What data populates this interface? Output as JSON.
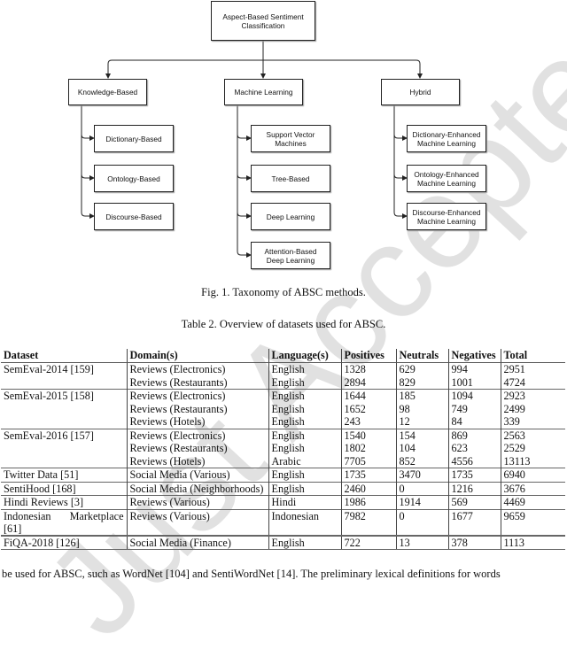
{
  "figure": {
    "root": "Aspect-Based Sentiment Classification",
    "categories": [
      {
        "label": "Knowledge-Based",
        "children": [
          "Dictionary-Based",
          "Ontology-Based",
          "Discourse-Based"
        ]
      },
      {
        "label": "Machine Learning",
        "children": [
          "Support Vector Machines",
          "Tree-Based",
          "Deep Learning",
          "Attention-Based Deep Learning"
        ]
      },
      {
        "label": "Hybrid",
        "children": [
          "Dictionary-Enhanced Machine Learning",
          "Ontology-Enhanced Machine Learning",
          "Discourse-Enhanced Machine Learning"
        ]
      }
    ],
    "caption": "Fig. 1.  Taxonomy of ABSC methods."
  },
  "table": {
    "caption": "Table 2.  Overview of datasets used for ABSC.",
    "headers": [
      "Dataset",
      "Domain(s)",
      "Language(s)",
      "Positives",
      "Neutrals",
      "Negatives",
      "Total"
    ],
    "rows": [
      [
        "SemEval-2014 [159]",
        "Reviews (Electronics)",
        "English",
        "1328",
        "629",
        "994",
        "2951"
      ],
      [
        "",
        "Reviews (Restaurants)",
        "English",
        "2894",
        "829",
        "1001",
        "4724"
      ],
      [
        "SemEval-2015 [158]",
        "Reviews (Electronics)",
        "English",
        "1644",
        "185",
        "1094",
        "2923"
      ],
      [
        "",
        "Reviews (Restaurants)",
        "English",
        "1652",
        "98",
        "749",
        "2499"
      ],
      [
        "",
        "Reviews (Hotels)",
        "English",
        "243",
        "12",
        "84",
        "339"
      ],
      [
        "SemEval-2016 [157]",
        "Reviews (Electronics)",
        "English",
        "1540",
        "154",
        "869",
        "2563"
      ],
      [
        "",
        "Reviews (Restaurants)",
        "English",
        "1802",
        "104",
        "623",
        "2529"
      ],
      [
        "",
        "Reviews (Hotels)",
        "Arabic",
        "7705",
        "852",
        "4556",
        "13113"
      ],
      [
        "Twitter Data [51]",
        "Social Media (Various)",
        "English",
        "1735",
        "3470",
        "1735",
        "6940"
      ],
      [
        "SentiHood [168]",
        "Social Media (Neighborhoods)",
        "English",
        "2460",
        "0",
        "1216",
        "3676"
      ],
      [
        "Hindi Reviews [3]",
        "Reviews (Various)",
        "Hindi",
        "1986",
        "1914",
        "569",
        "4469"
      ],
      [
        "Indonesian Marketplace [61]",
        "Reviews (Various)",
        "Indonesian",
        "7982",
        "0",
        "1677",
        "9659"
      ],
      [
        "FiQA-2018 [126]",
        "Social Media (Finance)",
        "English",
        "722",
        "13",
        "378",
        "1113"
      ]
    ]
  },
  "body_text": "be used for ABSC, such as WordNet [104] and SentiWordNet [14]. The preliminary lexical definitions for words",
  "watermark": "Just Accepted"
}
